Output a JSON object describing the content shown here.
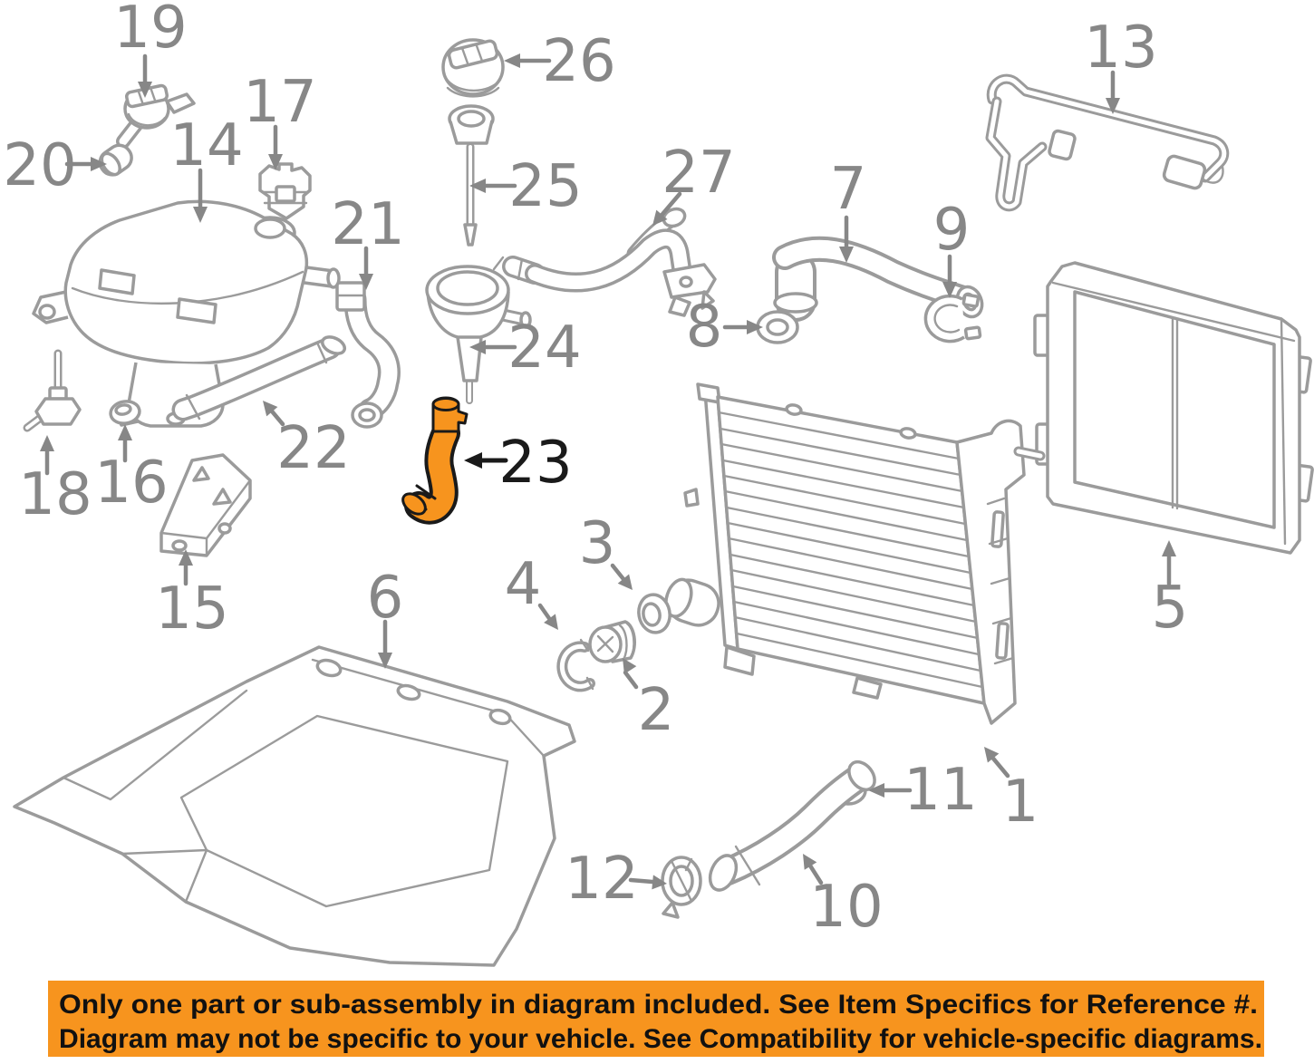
{
  "diagram": {
    "callouts": [
      "1",
      "2",
      "3",
      "4",
      "5",
      "6",
      "7",
      "8",
      "9",
      "10",
      "11",
      "12",
      "13",
      "14",
      "15",
      "16",
      "17",
      "18",
      "19",
      "20",
      "21",
      "22",
      "23",
      "24",
      "25",
      "26",
      "27"
    ],
    "highlighted_callout": "23",
    "colors": {
      "line": "#9B9B9B",
      "label": "#878787",
      "highlight": "#F7941E",
      "highlight_outline": "#1A1A1A",
      "background": "#FFFFFF"
    }
  },
  "banner": {
    "line1": "Only one part or sub-assembly in diagram included. See Item Specifics for Reference #.",
    "line2": "Diagram may not be specific to your vehicle. See Compatibility for vehicle-specific diagrams.",
    "background": "#F7941E",
    "text_color": "#111111"
  }
}
